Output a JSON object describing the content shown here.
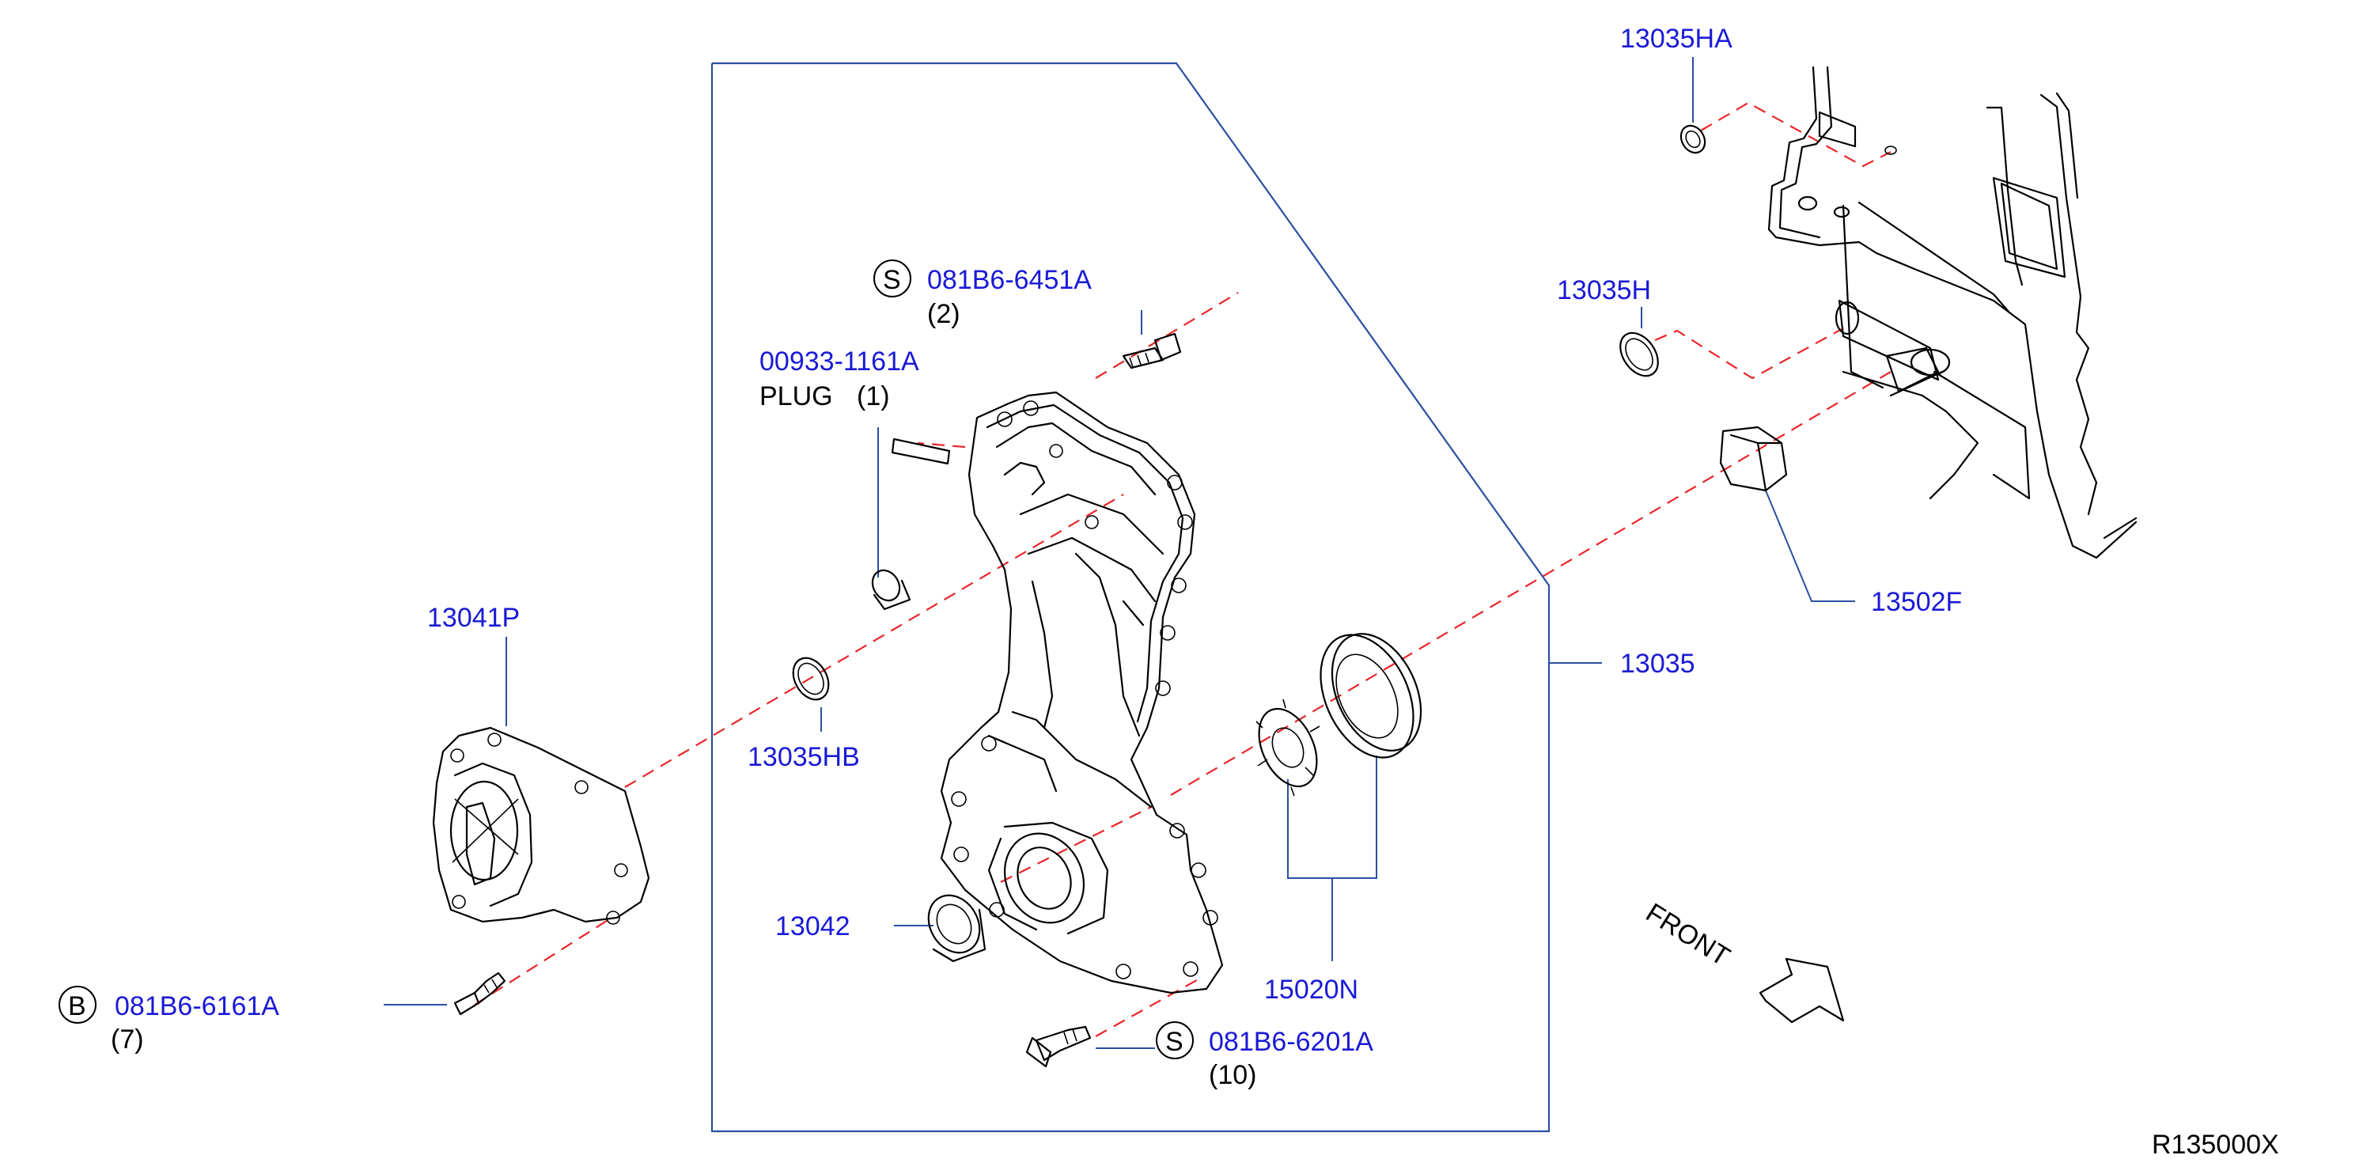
{
  "diagram": {
    "reference_code": "R135000X",
    "front_label": "FRONT",
    "labels": [
      {
        "id": "13035HA",
        "text": "13035HA"
      },
      {
        "id": "13035H",
        "text": "13035H"
      },
      {
        "id": "13502F",
        "text": "13502F"
      },
      {
        "id": "13035",
        "text": "13035"
      },
      {
        "id": "15020N",
        "text": "15020N"
      },
      {
        "id": "13042",
        "text": "13042"
      },
      {
        "id": "13035HB",
        "text": "13035HB"
      },
      {
        "id": "13041P",
        "text": "13041P"
      },
      {
        "id": "00933-1161A",
        "text": "00933-1161A"
      }
    ],
    "plug": {
      "name": "PLUG",
      "qty": "(1)"
    },
    "bolts": [
      {
        "id": "bolt-top",
        "symbol": "S",
        "part": "081B6-6451A",
        "qty": "(2)"
      },
      {
        "id": "bolt-bottom",
        "symbol": "S",
        "part": "081B6-6201A",
        "qty": "(10)"
      },
      {
        "id": "bolt-left",
        "symbol": "B",
        "part": "081B6-6161A",
        "qty": "(7)"
      }
    ]
  },
  "colors": {
    "part_number": "#1a1ad6",
    "leader_line": "#2a4fa0",
    "center_line": "#e8262a",
    "drawing": "#000000"
  }
}
